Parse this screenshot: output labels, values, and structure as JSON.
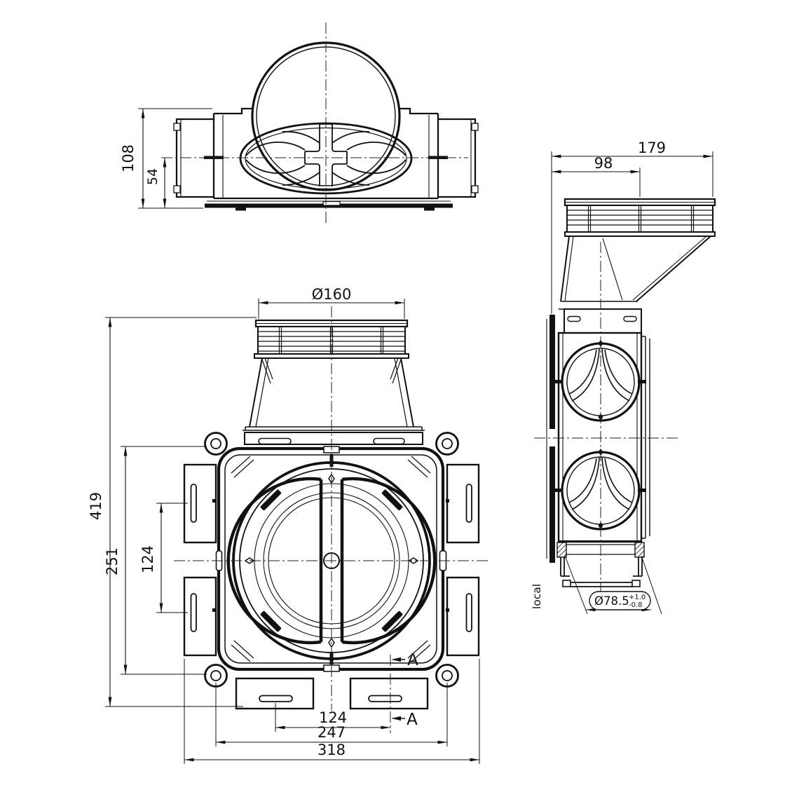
{
  "views": {
    "top_view": {
      "dim_108": "108",
      "dim_54": "54"
    },
    "front_view": {
      "dim_dia160": "Ø160",
      "dim_419": "419",
      "dim_251": "251",
      "dim_124_side": "124",
      "dim_124_bottom": "124",
      "dim_247": "247",
      "dim_318": "318",
      "section_label_top": "A",
      "section_label_bottom": "A"
    },
    "side_view": {
      "dim_179": "179",
      "dim_98": "98",
      "dim_dia78": "Ø78.5",
      "tol_plus": "+1.0",
      "tol_minus": "-0.8",
      "note": "local"
    }
  },
  "colors": {
    "line": "#111111",
    "background": "#ffffff"
  }
}
